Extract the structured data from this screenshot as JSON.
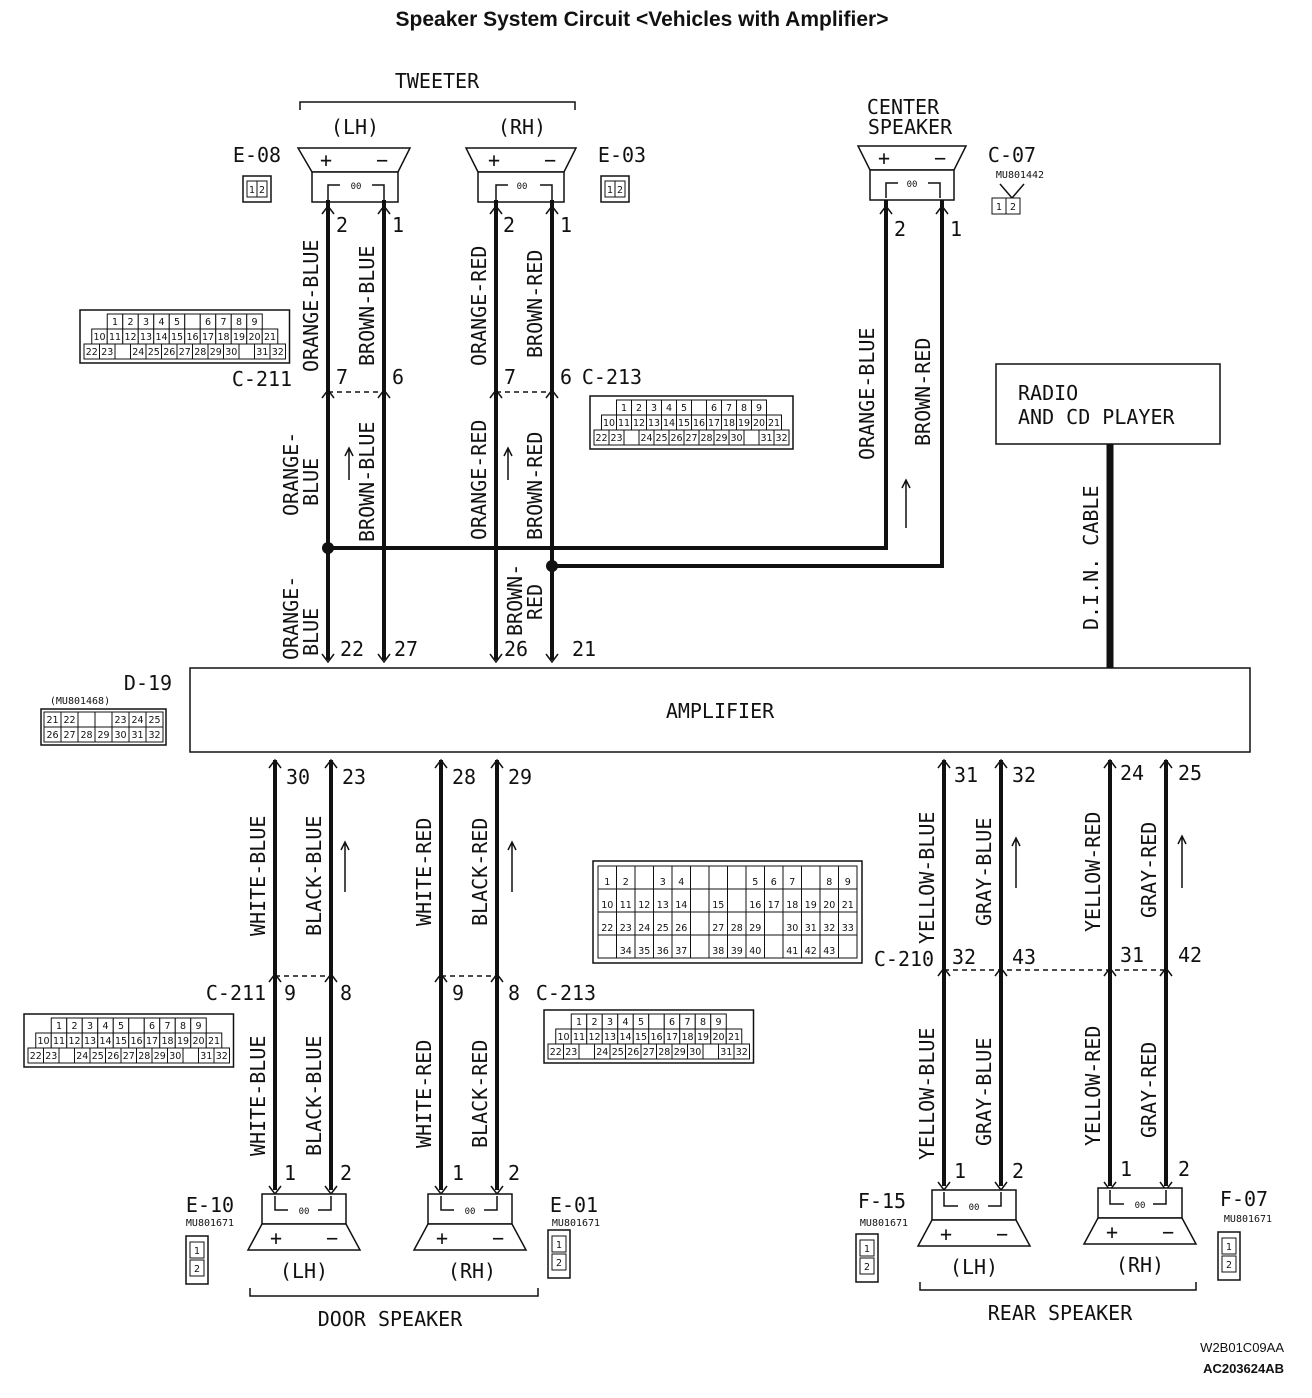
{
  "title": "Speaker System Circuit <Vehicles with Amplifier>",
  "tweeter": {
    "group_label": "TWEETER",
    "lh": {
      "side": "(LH)",
      "connector": "E-08"
    },
    "rh": {
      "side": "(RH)",
      "connector": "E-03"
    }
  },
  "center_speaker": {
    "label_line1": "CENTER",
    "label_line2": "SPEAKER",
    "connector": "C-07",
    "part_no": "MU801442"
  },
  "radio": {
    "line1": "RADIO",
    "line2": "AND CD PLAYER"
  },
  "din_cable": "D.I.N. CABLE",
  "amplifier": {
    "label": "AMPLIFIER",
    "connector": "D-19",
    "part_no": "(MU801468)"
  },
  "junction_connectors": {
    "c211": "C-211",
    "c213": "C-213",
    "c210": "C-210"
  },
  "door_speaker": {
    "group_label": "DOOR SPEAKER",
    "lh": {
      "side": "(LH)",
      "connector": "E-10",
      "part_no": "MU801671"
    },
    "rh": {
      "side": "(RH)",
      "connector": "E-01",
      "part_no": "MU801671"
    }
  },
  "rear_speaker": {
    "group_label": "REAR SPEAKER",
    "lh": {
      "side": "(LH)",
      "connector": "F-15",
      "part_no": "MU801671"
    },
    "rh": {
      "side": "(RH)",
      "connector": "F-07",
      "part_no": "MU801671"
    }
  },
  "polarity": {
    "plus": "+",
    "minus": "−",
    "coil": "00"
  },
  "wire_colors": {
    "orange_blue": "ORANGE-BLUE",
    "orange_blue_a": "ORANGE-",
    "orange_blue_b": "BLUE",
    "brown_blue": "BROWN-BLUE",
    "orange_red": "ORANGE-RED",
    "brown_red": "BROWN-RED",
    "brown_red_a": "BROWN-",
    "brown_red_b": "RED",
    "white_blue": "WHITE-BLUE",
    "black_blue": "BLACK-BLUE",
    "white_red": "WHITE-RED",
    "black_red": "BLACK-RED",
    "yellow_blue": "YELLOW-BLUE",
    "gray_blue": "GRAY-BLUE",
    "yellow_red": "YELLOW-RED",
    "gray_red": "GRAY-RED"
  },
  "pins": {
    "tw_lh_plus": "2",
    "tw_lh_minus": "1",
    "tw_rh_plus": "2",
    "tw_rh_minus": "1",
    "ctr_plus": "2",
    "ctr_minus": "1",
    "c211_top_a": "7",
    "c211_top_b": "6",
    "c213_top_a": "7",
    "c213_top_b": "6",
    "amp_22": "22",
    "amp_27": "27",
    "amp_26": "26",
    "amp_21": "21",
    "amp_30": "30",
    "amp_23": "23",
    "amp_28": "28",
    "amp_29": "29",
    "amp_31": "31",
    "amp_32": "32",
    "amp_24": "24",
    "amp_25": "25",
    "c211_bot_a": "9",
    "c211_bot_b": "8",
    "c213_bot_a": "9",
    "c213_bot_b": "8",
    "c210_a": "32",
    "c210_b": "43",
    "c210_c": "31",
    "c210_d": "42",
    "spk_plus": "1",
    "spk_minus": "2"
  },
  "connector_grids": {
    "c211_rows": [
      [
        "1",
        "2",
        "3",
        "4",
        "5",
        "",
        "6",
        "7",
        "8",
        "9"
      ],
      [
        "10",
        "11",
        "12",
        "13",
        "14",
        "15",
        "16",
        "17",
        "18",
        "19",
        "20",
        "21"
      ],
      [
        "22",
        "23",
        "",
        "24",
        "25",
        "26",
        "27",
        "28",
        "29",
        "30",
        "",
        "31",
        "32"
      ]
    ],
    "d19_rows": [
      [
        "21",
        "22",
        "",
        "",
        "23",
        "24",
        "25"
      ],
      [
        "26",
        "27",
        "28",
        "29",
        "30",
        "31",
        "32"
      ]
    ],
    "c210_rows": [
      [
        "1",
        "2",
        "",
        "3",
        "4",
        "",
        "",
        "",
        "5",
        "6",
        "7",
        "",
        "8",
        "9"
      ],
      [
        "10",
        "11",
        "12",
        "13",
        "14",
        "",
        "15",
        "",
        "16",
        "17",
        "18",
        "19",
        "20",
        "21"
      ],
      [
        "22",
        "23",
        "24",
        "25",
        "26",
        "",
        "27",
        "28",
        "29",
        "",
        "30",
        "31",
        "32",
        "33"
      ],
      [
        "",
        "34",
        "35",
        "36",
        "37",
        "",
        "38",
        "39",
        "40",
        "",
        "41",
        "42",
        "43",
        ""
      ]
    ],
    "two_pin": [
      "1",
      "2"
    ]
  },
  "footer": {
    "code1": "W2B01C09AA",
    "code2": "AC203624AB"
  }
}
